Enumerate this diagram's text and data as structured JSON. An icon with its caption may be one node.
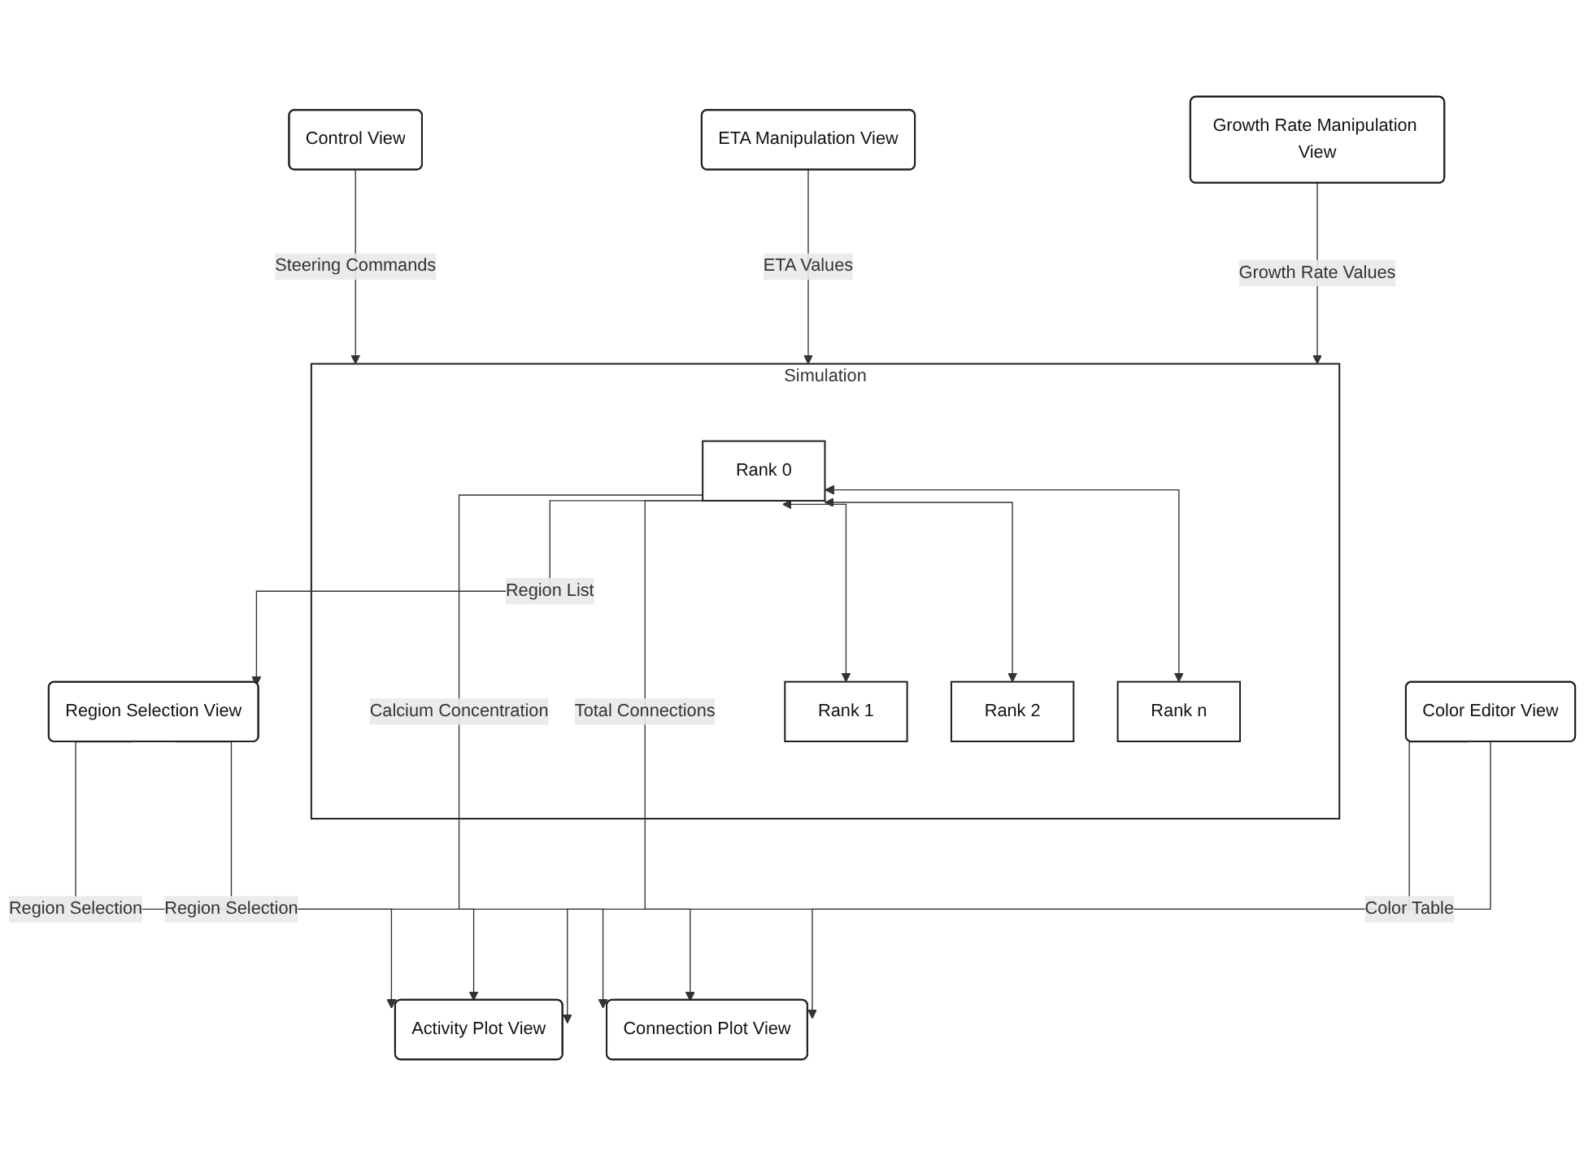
{
  "diagram": {
    "nodes": [
      {
        "text": [
          "Control View"
        ]
      },
      {
        "text": [
          "Simulation"
        ]
      },
      {
        "text": [
          "Rank 0"
        ],
        "in": 1
      },
      {
        "text": [
          "Rank 1"
        ],
        "in": 1
      },
      {
        "text": [
          "Rank 2"
        ],
        "in": 1
      },
      {
        "text": [
          "Rank n"
        ],
        "in": 1
      },
      {
        "text": [
          "Activity Plot View"
        ]
      },
      {
        "text": [
          "Region Selection View"
        ]
      },
      {
        "text": [
          "Connection Plot View"
        ]
      },
      {
        "text": [
          "Color Editor View"
        ]
      },
      {
        "text": [
          "ETA Manipulation View"
        ]
      },
      {
        "text": [
          "Growth Rate Manipulation View"
        ]
      }
    ],
    "edges": [
      {
        "from": 0,
        "to": 1,
        "arrow": "to",
        "label": "Steering Commands"
      },
      {
        "from": 2,
        "to": 6,
        "arrow": "to",
        "label": "Calcium Concentration"
      },
      {
        "from": 2,
        "to": 7,
        "arrow": "to",
        "label": "Region List"
      },
      {
        "from": 2,
        "to": 8,
        "arrow": "to",
        "label": "Total Connections"
      },
      {
        "from": 7,
        "to": 6,
        "arrow": "to",
        "label": "Region Selection"
      },
      {
        "from": 7,
        "to": 8,
        "arrow": "to",
        "label": "Region Selection"
      },
      {
        "from": 9,
        "to": 6,
        "arrow": "to",
        "label": "Color Table"
      },
      {
        "from": 9,
        "to": 8,
        "arrow": "to"
      },
      {
        "from": 2,
        "to": 3,
        "arrow": "both"
      },
      {
        "from": 2,
        "to": 4,
        "arrow": "both"
      },
      {
        "from": 2,
        "to": 5,
        "arrow": "both"
      },
      {
        "from": 10,
        "to": 1,
        "arrow": "to",
        "label": "ETA Values"
      },
      {
        "from": 11,
        "to": 1,
        "arrow": "to",
        "label": "Growth Rate Values"
      }
    ]
  }
}
